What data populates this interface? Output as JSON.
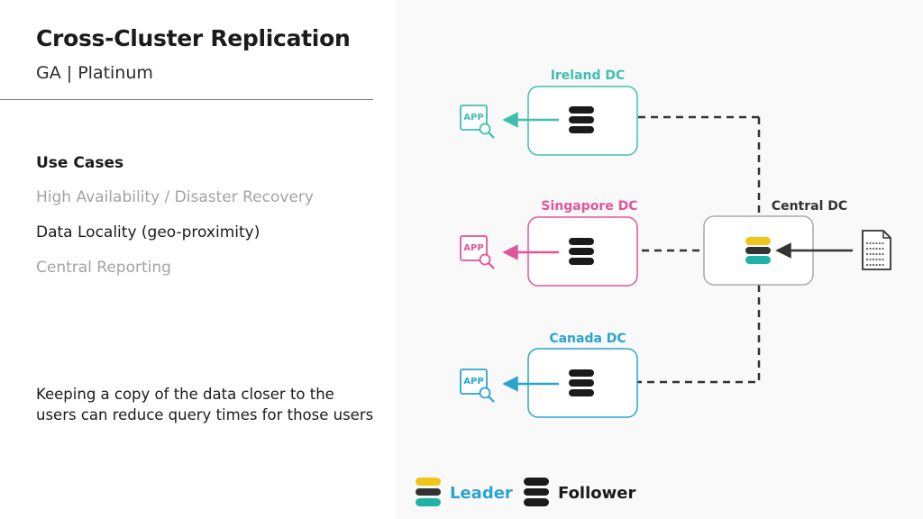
{
  "header": {
    "title": "Cross-Cluster Replication",
    "subtitle": "GA | Platinum"
  },
  "use_cases": {
    "heading": "Use Cases",
    "items": [
      {
        "label": "High Availability / Disaster Recovery",
        "state": "inactive"
      },
      {
        "label": "Data Locality (geo-proximity)",
        "state": "active"
      },
      {
        "label": "Central Reporting",
        "state": "inactive"
      }
    ]
  },
  "note": "Keeping a copy of the data closer to the users can reduce query times for those users",
  "diagram": {
    "datacenters": {
      "ireland": {
        "label": "Ireland DC",
        "color": "#3fbfb0"
      },
      "singapore": {
        "label": "Singapore DC",
        "color": "#e0569a"
      },
      "canada": {
        "label": "Canada DC",
        "color": "#2ba3cf"
      },
      "central": {
        "label": "Central DC",
        "color": "#333333"
      }
    },
    "app_label": "APP",
    "document_icon": "document-icon",
    "cluster_icon": "elastic-cluster-icon"
  },
  "legend": {
    "leader": {
      "label": "Leader",
      "color": "#2ba3cf"
    },
    "follower": {
      "label": "Follower",
      "color": "#1b1b1b"
    }
  },
  "colors": {
    "text_dark": "#1b1b1b",
    "text_muted": "#a3a3a3",
    "leader_yellow": "#f0c419",
    "leader_teal": "#1fb3a8",
    "connector": "#333333"
  }
}
